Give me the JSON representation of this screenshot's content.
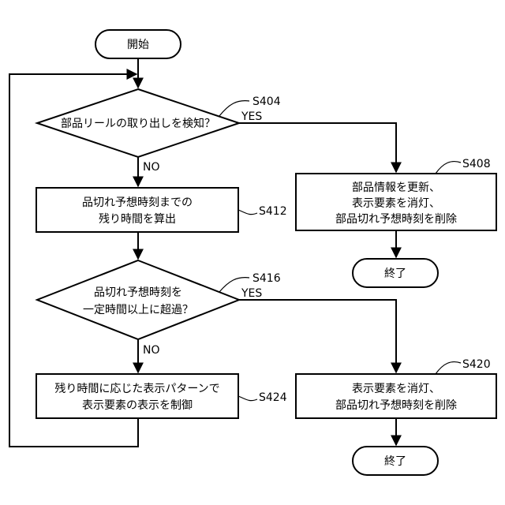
{
  "nodes": {
    "start": {
      "text": "開始"
    },
    "d404": {
      "text": "部品リールの取り出しを検知？",
      "step": "S404"
    },
    "p412": {
      "line1": "品切れ予想時刻までの",
      "line2": "残り時間を算出",
      "step": "S412"
    },
    "d416": {
      "line1": "品切れ予想時刻を",
      "line2": "一定時間以上に超過？",
      "step": "S416"
    },
    "p424": {
      "line1": "残り時間に応じた表示パターンで",
      "line2": "表示要素の表示を制御",
      "step": "S424"
    },
    "p408": {
      "line1": "部品情報を更新、",
      "line2": "表示要素を消灯、",
      "line3": "部品切れ予想時刻を削除",
      "step": "S408"
    },
    "end1": {
      "text": "終了"
    },
    "p420": {
      "line1": "表示要素を消灯、",
      "line2": "部品切れ予想時刻を削除",
      "step": "S420"
    },
    "end2": {
      "text": "終了"
    }
  },
  "labels": {
    "yes": "YES",
    "no": "NO"
  }
}
